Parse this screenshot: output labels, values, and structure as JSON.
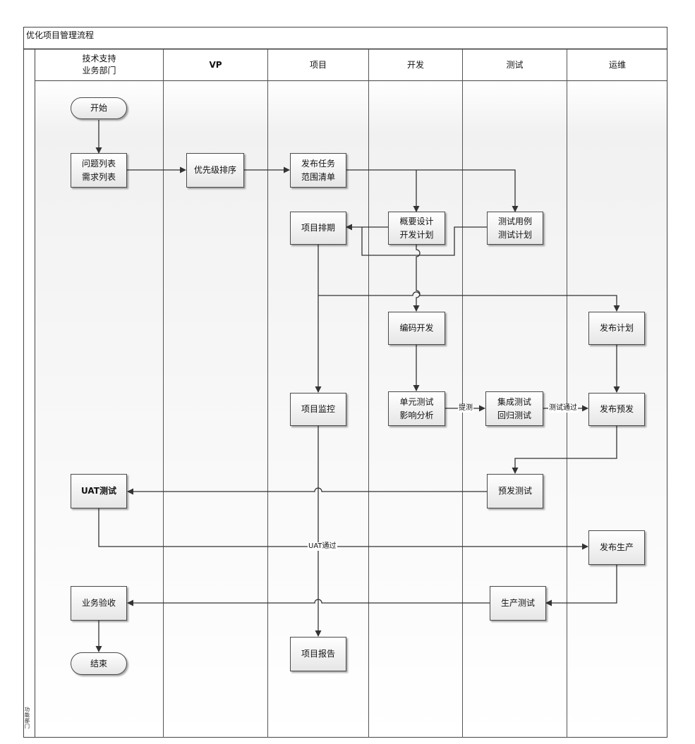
{
  "title": "优化项目管理流程",
  "side_label": "功能部门",
  "lanes": [
    {
      "id": "tech",
      "label": "技术支持\n业务部门"
    },
    {
      "id": "vp",
      "label": "VP"
    },
    {
      "id": "proj",
      "label": "项目"
    },
    {
      "id": "dev",
      "label": "开发"
    },
    {
      "id": "test",
      "label": "测试"
    },
    {
      "id": "ops",
      "label": "运维"
    }
  ],
  "nodes": {
    "start": "开始",
    "issue_list": "问题列表\n需求列表",
    "priority_sort": "优先级排序",
    "publish_task": "发布任务\n范围清单",
    "design_plan": "概要设计\n开发计划",
    "test_case": "测试用例\n测试计划",
    "project_schedule": "项目排期",
    "coding": "编码开发",
    "release_plan": "发布计划",
    "unit_test": "单元测试\n影响分析",
    "integration_test": "集成测试\n回归测试",
    "pre_release": "发布预发",
    "project_monitor": "项目监控",
    "pre_test": "预发测试",
    "uat_test": "UAT测试",
    "prod_release": "发布生产",
    "prod_test": "生产测试",
    "business_accept": "业务验收",
    "project_report": "项目报告",
    "end": "结束"
  },
  "edge_labels": {
    "submit_test": "提测",
    "test_passed": "测试通过",
    "uat_passed": "UAT通过"
  }
}
